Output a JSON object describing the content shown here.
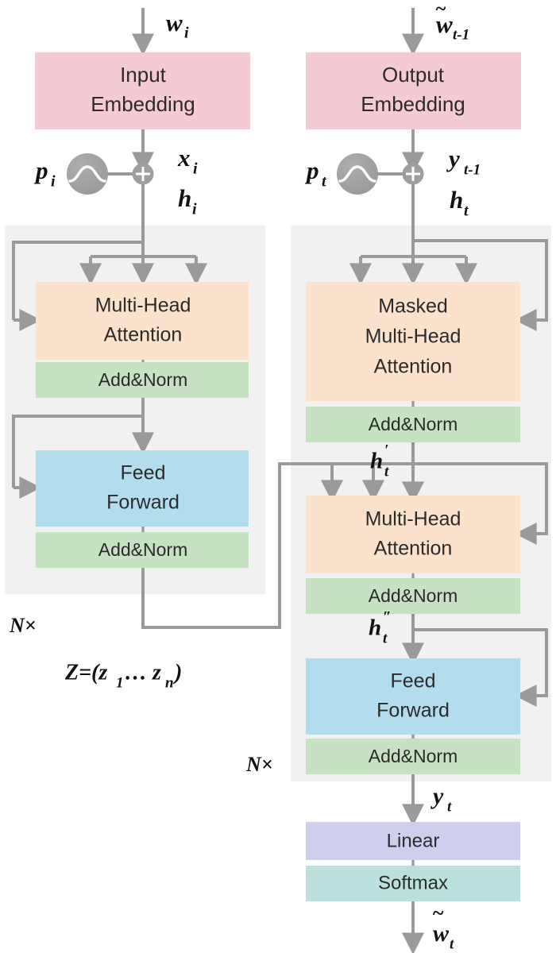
{
  "figure": {
    "title": "Transformer encoder-decoder architecture",
    "type": "diagram"
  },
  "palette": {
    "embedding_pink": "#f4cbd4",
    "attention_orange": "#fbe2cc",
    "addnorm_green": "#c6e2c2",
    "feedforward_blue": "#b3dcec",
    "linear_purple": "#cdcfec",
    "softmax_teal": "#bbe1dc",
    "panel_gray": "#f1f1f1",
    "wire_gray": "#9a9a9a",
    "pos_circle_gray": "#9e9e9e",
    "text_dark": "#2b2b2b",
    "background": "#ffffff"
  },
  "encoder": {
    "stack_label": "N×",
    "input_symbol": "w",
    "input_symbol_sub": "i",
    "embedding": {
      "line1": "Input",
      "line2": "Embedding"
    },
    "pos_symbol": "p",
    "pos_symbol_sub": "i",
    "after_add_symbol": "x",
    "after_add_sub": "i",
    "hidden_symbol": "h",
    "hidden_sub": "i",
    "attention": {
      "line1": "Multi-Head",
      "line2": "Attention"
    },
    "addnorm1": "Add&Norm",
    "feedforward": {
      "line1": "Feed",
      "line2": "Forward"
    },
    "addnorm2": "Add&Norm",
    "output_expr": "Z=(z",
    "output_expr_sub1": "1",
    "output_expr_mid": "… z",
    "output_expr_sub2": "n",
    "output_expr_end": ")"
  },
  "decoder": {
    "stack_label": "N×",
    "input_symbol": "w",
    "input_symbol_sub": "t-1",
    "embedding": {
      "line1": "Output",
      "line2": "Embedding"
    },
    "pos_symbol": "p",
    "pos_symbol_sub": "t",
    "after_add_symbol": "y",
    "after_add_sub": "t-1",
    "hidden_symbol": "h",
    "hidden_sub": "t",
    "masked_attention": {
      "line1": "Masked",
      "line2": "Multi-Head",
      "line3": "Attention"
    },
    "addnorm1": "Add&Norm",
    "h_prime_symbol": "h",
    "h_prime_sub": "t",
    "h_prime_mark": "′",
    "cross_attention": {
      "line1": "Multi-Head",
      "line2": "Attention"
    },
    "addnorm2": "Add&Norm",
    "h_dprime_symbol": "h",
    "h_dprime_sub": "t",
    "h_dprime_mark": "″",
    "feedforward": {
      "line1": "Feed",
      "line2": "Forward"
    },
    "addnorm3": "Add&Norm",
    "pre_linear_symbol": "y",
    "pre_linear_sub": "t",
    "linear": "Linear",
    "softmax": "Softmax",
    "output_symbol": "w",
    "output_sub": "t"
  }
}
